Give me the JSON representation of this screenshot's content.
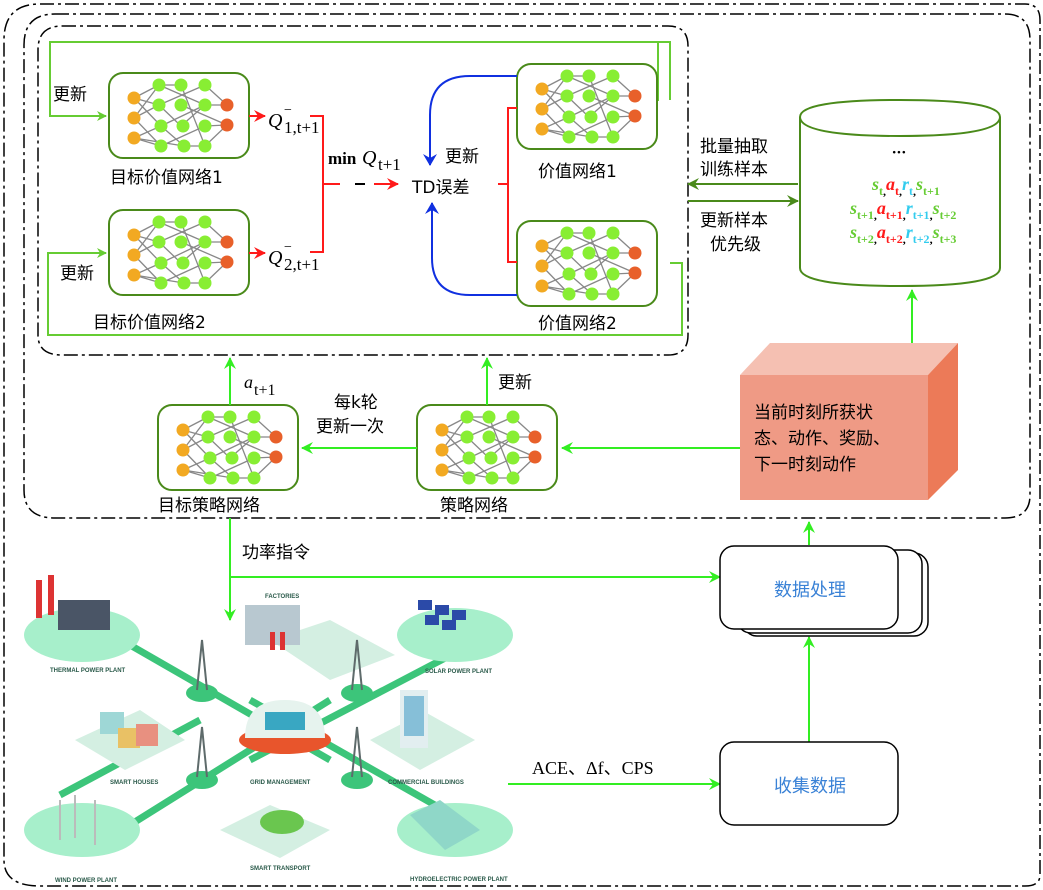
{
  "colors": {
    "green_line": "#66cc33",
    "dark_green": "#4a8a1a",
    "bright_green": "#33ee22",
    "red": "#ff1a1a",
    "blue": "#1030e0",
    "node_orange": "#f2a922",
    "node_green": "#88ee33",
    "node_red": "#e8602a",
    "box_pink": "#ef9a85",
    "box_pink_top": "#f5c0b2",
    "box_pink_side": "#ec7a58",
    "text_blue": "#3a82d6"
  },
  "networks": {
    "target_value_1": "目标价值网络1",
    "target_value_2": "目标价值网络2",
    "value_1": "价值网络1",
    "value_2": "价值网络2",
    "target_policy": "目标策略网络",
    "policy": "策略网络"
  },
  "labels": {
    "update": "更新",
    "update_left_top": "更新",
    "update_left_bottom": "更新",
    "update_td": "更新",
    "update_policy": "更新",
    "q1": "Q",
    "q1_sup": "−",
    "q1_sub": "1,t+1",
    "q2": "Q",
    "q2_sup": "−",
    "q2_sub": "2,t+1",
    "min_q": "min",
    "min_q_var": "Q",
    "min_q_sub": "t+1",
    "td_error": "TD误差",
    "batch_sample_line1": "批量抽取",
    "batch_sample_line2": "训练样本",
    "update_priority_line1": "更新样本",
    "update_priority_line2": "优先级",
    "a_t1": "a",
    "a_t1_sub": "t+1",
    "every_k_line1": "每k轮",
    "every_k_line2": "更新一次",
    "power_command": "功率指令",
    "signals": "ACE、Δf、CPS",
    "data_processing": "数据处理",
    "collect_data": "收集数据"
  },
  "replay_buffer": {
    "ellipsis": "···",
    "rows": [
      [
        {
          "v": "s",
          "sub": "t",
          "c": "green"
        },
        {
          "v": "a",
          "sub": "t",
          "c": "red"
        },
        {
          "v": "r",
          "sub": "t",
          "c": "cyan"
        },
        {
          "v": "s",
          "sub": "t+1",
          "c": "green"
        }
      ],
      [
        {
          "v": "s",
          "sub": "t+1",
          "c": "green"
        },
        {
          "v": "a",
          "sub": "t+1",
          "c": "red"
        },
        {
          "v": "r",
          "sub": "t+1",
          "c": "cyan"
        },
        {
          "v": "s",
          "sub": "t+2",
          "c": "green"
        }
      ],
      [
        {
          "v": "s",
          "sub": "t+2",
          "c": "green"
        },
        {
          "v": "a",
          "sub": "t+2",
          "c": "red"
        },
        {
          "v": "r",
          "sub": "t+2",
          "c": "cyan"
        },
        {
          "v": "s",
          "sub": "t+3",
          "c": "green"
        }
      ]
    ]
  },
  "state_box": {
    "line1": "当前时刻所获状",
    "line2": "态、动作、奖励、",
    "line3": "下一时刻动作"
  },
  "grid": {
    "thermal": "THERMAL POWER PLANT",
    "factories": "FACTORIES",
    "solar": "SOLAR POWER PLANT",
    "smart_houses": "SMART HOUSES",
    "grid_mgmt": "GRID MANAGEMENT",
    "commercial": "COMMERCIAL BUILDINGS",
    "wind": "WIND POWER PLANT",
    "transport": "SMART TRANSPORT",
    "hydro": "HYDROELECTRIC POWER PLANT"
  }
}
